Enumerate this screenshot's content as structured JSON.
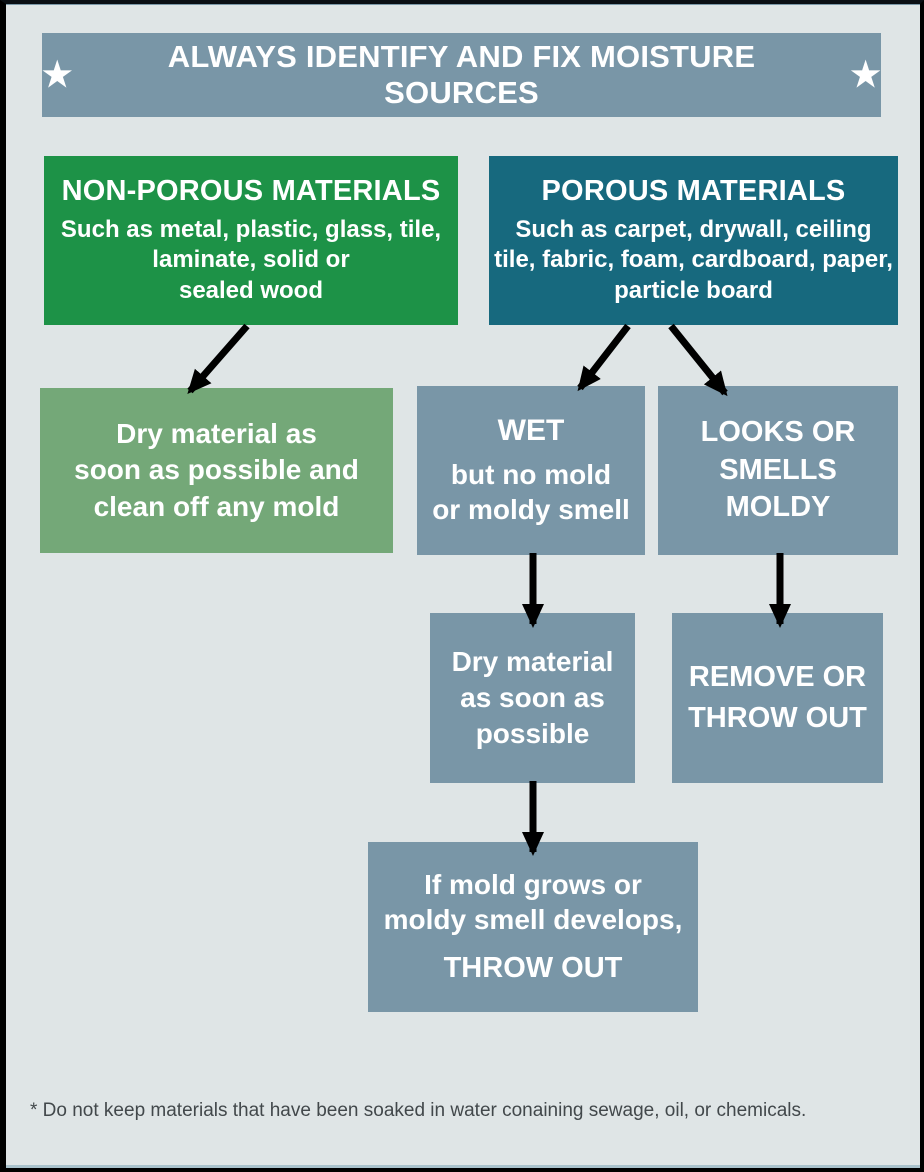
{
  "colors": {
    "background": "#dfe5e6",
    "frame_border": "#000000",
    "header_bg": "#7996a7",
    "non_porous_bg": "#1d9247",
    "porous_bg": "#17697e",
    "dry_clean_bg": "#74a878",
    "flow_box_bg": "#7996a7",
    "box_text": "#ffffff",
    "arrow": "#000000",
    "footnote_text": "#42484b"
  },
  "header": {
    "star_left": "★",
    "text": "ALWAYS IDENTIFY AND FIX MOISTURE SOURCES",
    "star_right": "★"
  },
  "nodes": {
    "non_porous": {
      "title": "NON-POROUS MATERIALS",
      "body": [
        "Such as metal, plastic, glass, tile,",
        "laminate, solid or",
        "sealed wood"
      ]
    },
    "porous": {
      "title": "POROUS MATERIALS",
      "body": [
        "Such as carpet, drywall, ceiling",
        "tile, fabric, foam, cardboard, paper,",
        "particle board"
      ]
    },
    "dry_clean": {
      "lines": [
        "Dry material as",
        "soon as possible and",
        "clean off any mold"
      ]
    },
    "wet": {
      "title": "WET",
      "lines": [
        "but no mold",
        "or moldy smell"
      ]
    },
    "moldy": {
      "lines": [
        "LOOKS OR",
        "SMELLS",
        "MOLDY"
      ]
    },
    "dry_soon": {
      "lines": [
        "Dry material",
        "as soon as",
        "possible"
      ]
    },
    "remove": {
      "lines": [
        "REMOVE OR",
        "THROW OUT"
      ]
    },
    "throw_out": {
      "lines": [
        "If mold grows or",
        "moldy smell develops,"
      ],
      "emphasis": "THROW OUT"
    }
  },
  "edges": [
    {
      "from": "non_porous",
      "to": "dry_clean"
    },
    {
      "from": "porous",
      "to": "wet"
    },
    {
      "from": "porous",
      "to": "moldy"
    },
    {
      "from": "wet",
      "to": "dry_soon"
    },
    {
      "from": "moldy",
      "to": "remove"
    },
    {
      "from": "dry_soon",
      "to": "throw_out"
    }
  ],
  "footnote": "* Do not keep materials that have been soaked in water conaining sewage, oil, or chemicals."
}
